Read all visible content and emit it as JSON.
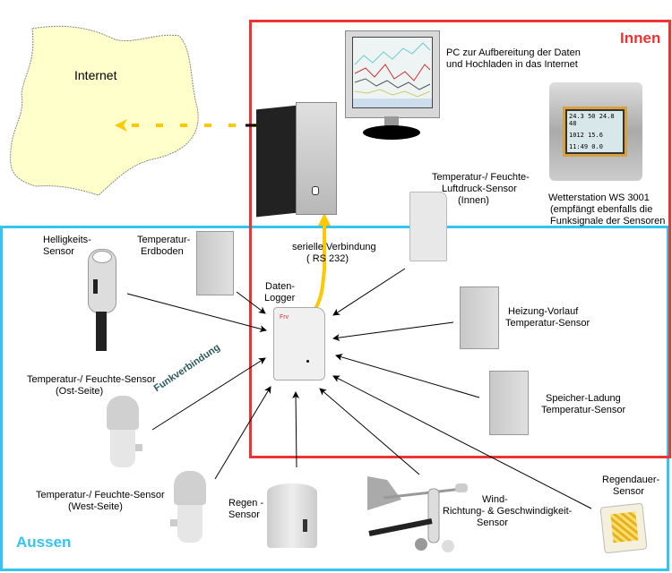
{
  "zones": {
    "inside": {
      "title": "Innen",
      "color": "#ee3333"
    },
    "outside": {
      "title": "Aussen",
      "color": "#33c4f0"
    }
  },
  "cloud": {
    "label": "Internet",
    "fill": "#ffffcc"
  },
  "upload_arrow_color": "#ffc800",
  "serial_arrow_color": "#ffc800",
  "pc": {
    "label_line1": "PC zur Aufbereitung der Daten",
    "label_line2": "und Hochladen in das Internet"
  },
  "weather_station": {
    "line1": "Wetterstation WS 3001",
    "line2": "(empfängt ebenfalls die",
    "line3": "Funksignale der Sensoren"
  },
  "indoor_sensor": {
    "line1": "Temperatur-/ Feuchte-",
    "line2": "Luftdruck-Sensor",
    "line3": "(Innen)"
  },
  "serial": {
    "line1": "serielle Verbindung",
    "line2": "( RS 232)"
  },
  "logger": {
    "line1": "Daten-",
    "line2": "Logger"
  },
  "heating": {
    "line1": "Heizung-Vorlauf",
    "line2": "Temperatur-Sensor"
  },
  "storage": {
    "line1": "Speicher-Ladung",
    "line2": "Temperatur-Sensor"
  },
  "brightness": {
    "line1": "Helligkeits-",
    "line2": "Sensor"
  },
  "soil": {
    "line1": "Temperatur-",
    "line2": "Erdboden"
  },
  "east": {
    "line1": "Temperatur-/ Feuchte-Sensor",
    "line2": "(Ost-Seite)"
  },
  "west": {
    "line1": "Temperatur-/ Feuchte-Sensor",
    "line2": "(West-Seite)"
  },
  "radio_label": "Funkverbindung",
  "rain": {
    "line1": "Regen -",
    "line2": "Sensor"
  },
  "wind": {
    "line1": "Wind-",
    "line2": "Richtung- & Geschwindigkeit-",
    "line3": "Sensor"
  },
  "rain_duration": {
    "line1": "Regendauer-",
    "line2": "Sensor"
  },
  "lcd": {
    "row1": "24.3 50  24.8 48",
    "row2": "1012  15.6",
    "row3": "11:49   0.0"
  }
}
